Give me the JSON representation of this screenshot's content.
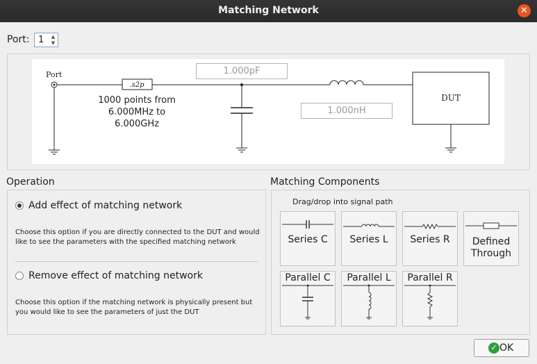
{
  "window": {
    "title": "Matching Network",
    "close_glyph": "✕"
  },
  "port": {
    "label": "Port:",
    "value": "1"
  },
  "diagram": {
    "port_label": "Port",
    "s2p_label": ".s2p",
    "s2p_text_line1": "1000 points from",
    "s2p_text_line2": "6.000MHz to",
    "s2p_text_line3": "6.000GHz",
    "capacitor_value": "1.000pF",
    "inductor_value": "1.000nH",
    "dut_label": "DUT"
  },
  "operation": {
    "title": "Operation",
    "option_add": {
      "label": "Add effect of matching network",
      "selected": true,
      "description_line1": "Choose this option if you are directly connected to the DUT and would",
      "description_line2": "like to see the parameters with the specified matching network"
    },
    "option_remove": {
      "label": "Remove effect of matching network",
      "selected": false,
      "description_line1": "Choose this option if the matching network is physically present but",
      "description_line2": "you would like to see the parameters of just the DUT"
    }
  },
  "components": {
    "title": "Matching Components",
    "hint": "Drag/drop into signal path",
    "series_c": "Series C",
    "series_l": "Series L",
    "series_r": "Series R",
    "defined_through_line1": "Defined",
    "defined_through_line2": "Through",
    "parallel_c": "Parallel C",
    "parallel_l": "Parallel L",
    "parallel_r": "Parallel R"
  },
  "buttons": {
    "ok_label": "OK",
    "ok_icon": "check-icon"
  },
  "colors": {
    "accent_close": "#e95420",
    "ok_icon": "#2e9e3e"
  }
}
